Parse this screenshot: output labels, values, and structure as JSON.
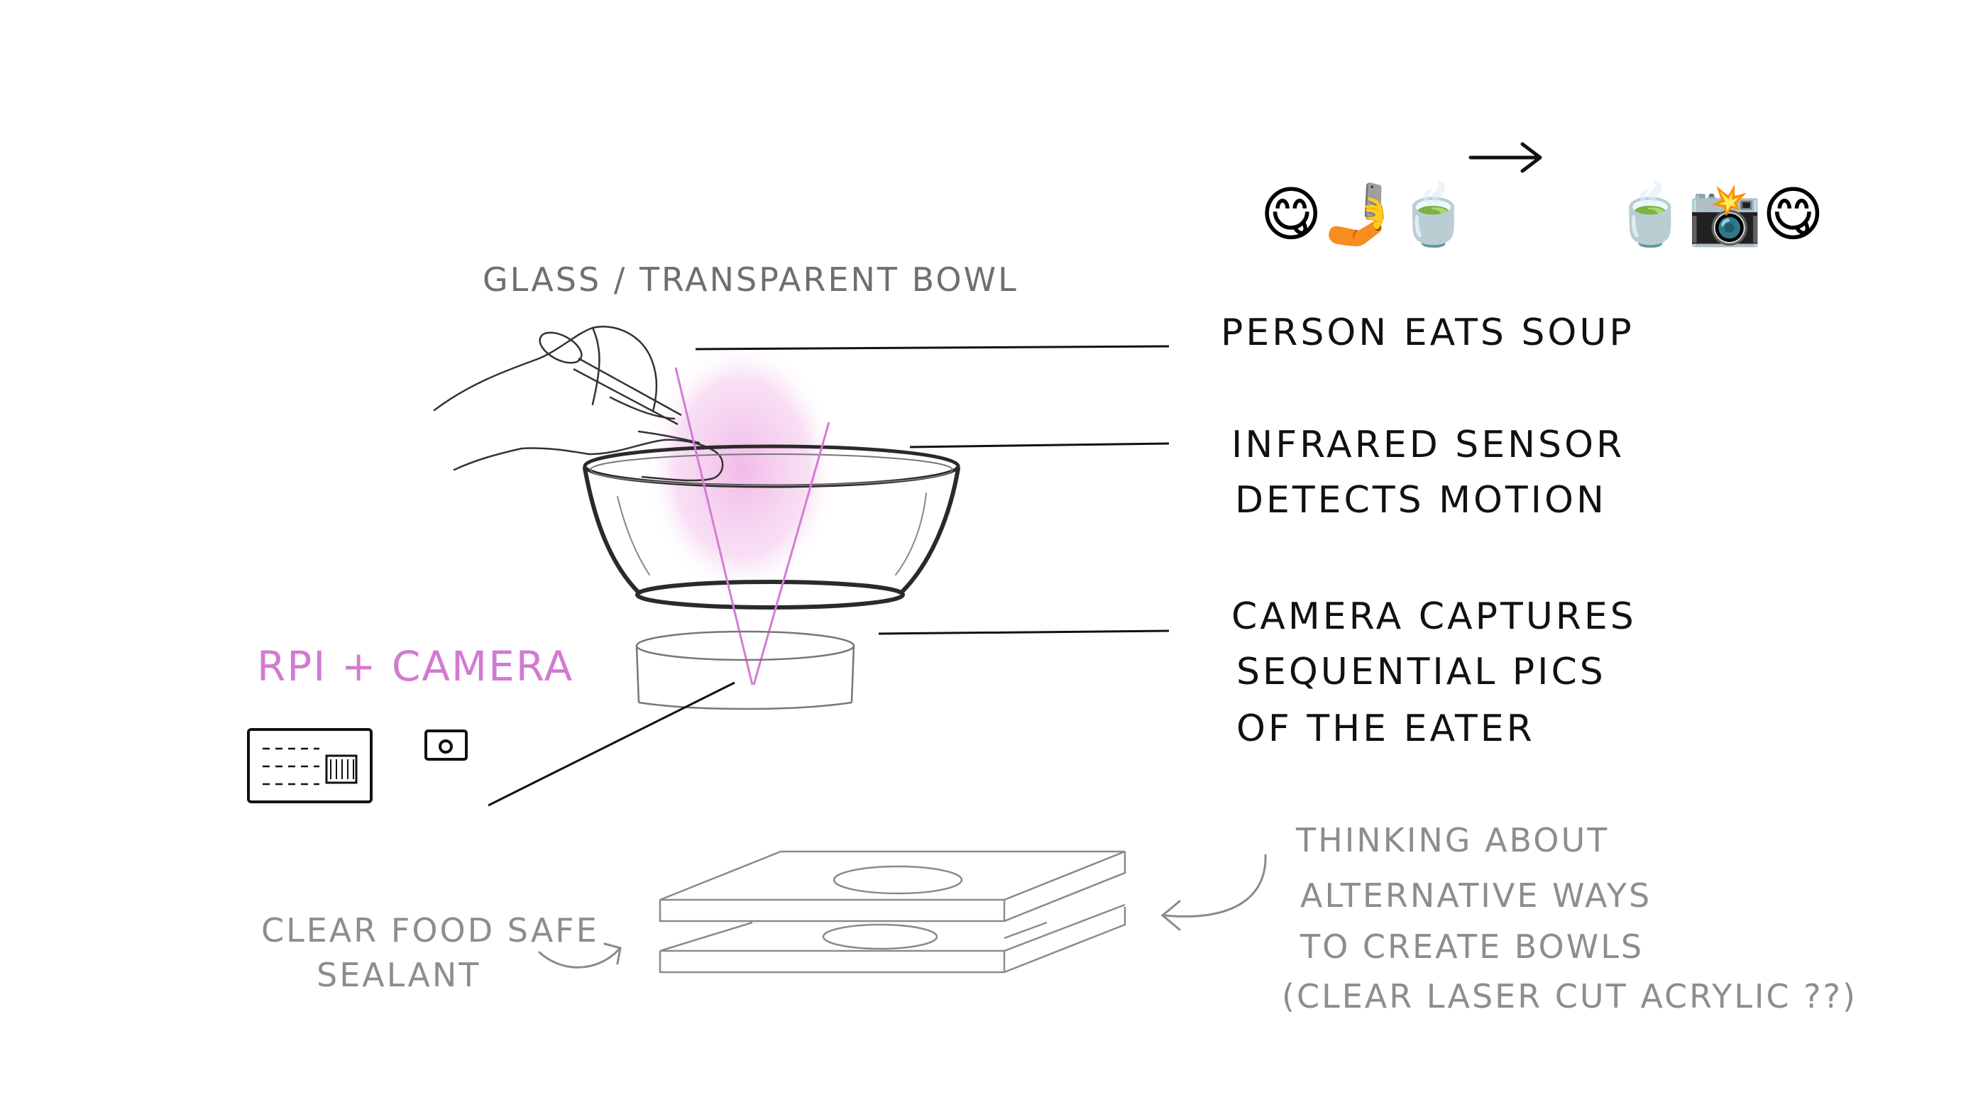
{
  "emoji_story": {
    "left": [
      "😋",
      "🤳",
      "🍵"
    ],
    "arrow": "→",
    "right": [
      "🍵",
      "📸",
      "😋"
    ]
  },
  "labels": {
    "bowl_title": "GLASS / TRANSPARENT BOWL",
    "step1": "PERSON EATS SOUP",
    "step2_line1": "INFRARED SENSOR",
    "step2_line2": "DETECTS MOTION",
    "step3_line1": "CAMERA CAPTURES",
    "step3_line2": "SEQUENTIAL PICS",
    "step3_line3": "OF THE EATER",
    "rpi": "RPI + CAMERA",
    "sealant_line1": "CLEAR FOOD SAFE",
    "sealant_line2": "SEALANT",
    "alt_line1": "THINKING ABOUT",
    "alt_line2": "ALTERNATIVE WAYS",
    "alt_line3": "TO CREATE BOWLS",
    "alt_line4": "(CLEAR LASER CUT ACRYLIC ??)"
  },
  "colors": {
    "ink": "#111111",
    "pencil": "#8d8d8d",
    "infrared": "#d27ad2"
  }
}
